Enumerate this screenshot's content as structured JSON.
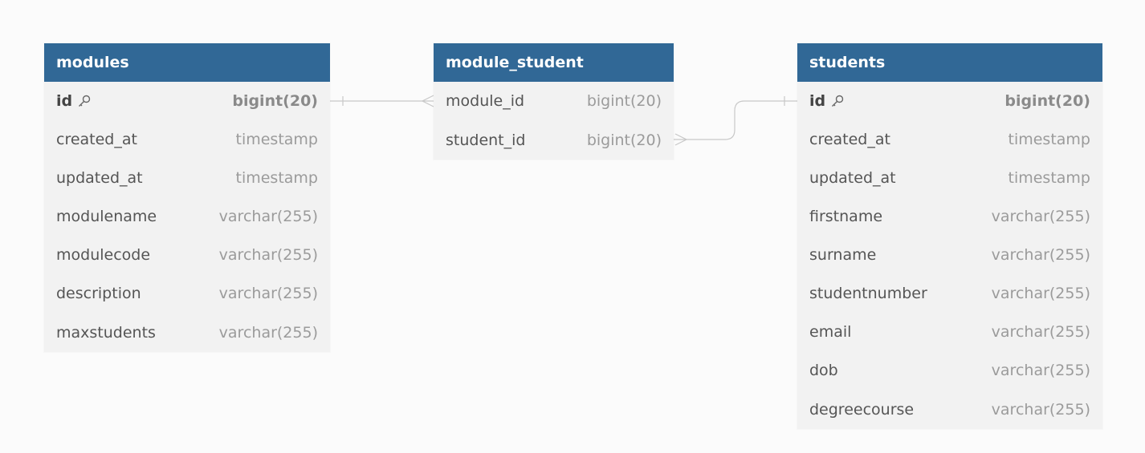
{
  "tables": {
    "modules": {
      "title": "modules",
      "columns": [
        {
          "name": "id",
          "type": "bigint(20)",
          "pk": true
        },
        {
          "name": "created_at",
          "type": "timestamp"
        },
        {
          "name": "updated_at",
          "type": "timestamp"
        },
        {
          "name": "modulename",
          "type": "varchar(255)"
        },
        {
          "name": "modulecode",
          "type": "varchar(255)"
        },
        {
          "name": "description",
          "type": "varchar(255)"
        },
        {
          "name": "maxstudents",
          "type": "varchar(255)"
        }
      ]
    },
    "module_student": {
      "title": "module_student",
      "columns": [
        {
          "name": "module_id",
          "type": "bigint(20)"
        },
        {
          "name": "student_id",
          "type": "bigint(20)"
        }
      ]
    },
    "students": {
      "title": "students",
      "columns": [
        {
          "name": "id",
          "type": "bigint(20)",
          "pk": true
        },
        {
          "name": "created_at",
          "type": "timestamp"
        },
        {
          "name": "updated_at",
          "type": "timestamp"
        },
        {
          "name": "firstname",
          "type": "varchar(255)"
        },
        {
          "name": "surname",
          "type": "varchar(255)"
        },
        {
          "name": "studentnumber",
          "type": "varchar(255)"
        },
        {
          "name": "email",
          "type": "varchar(255)"
        },
        {
          "name": "dob",
          "type": "varchar(255)"
        },
        {
          "name": "degreecourse",
          "type": "varchar(255)"
        }
      ]
    }
  },
  "relations": [
    {
      "from": "modules.id",
      "to": "module_student.module_id",
      "type": "one-to-many"
    },
    {
      "from": "students.id",
      "to": "module_student.student_id",
      "type": "one-to-many"
    }
  ],
  "colors": {
    "header_bg": "#316896",
    "header_text": "#ffffff",
    "table_bg": "#f2f2f2",
    "canvas_bg": "#fbfbfb",
    "connector": "#c8c8c8"
  },
  "icons": {
    "primary_key": "key-icon"
  }
}
